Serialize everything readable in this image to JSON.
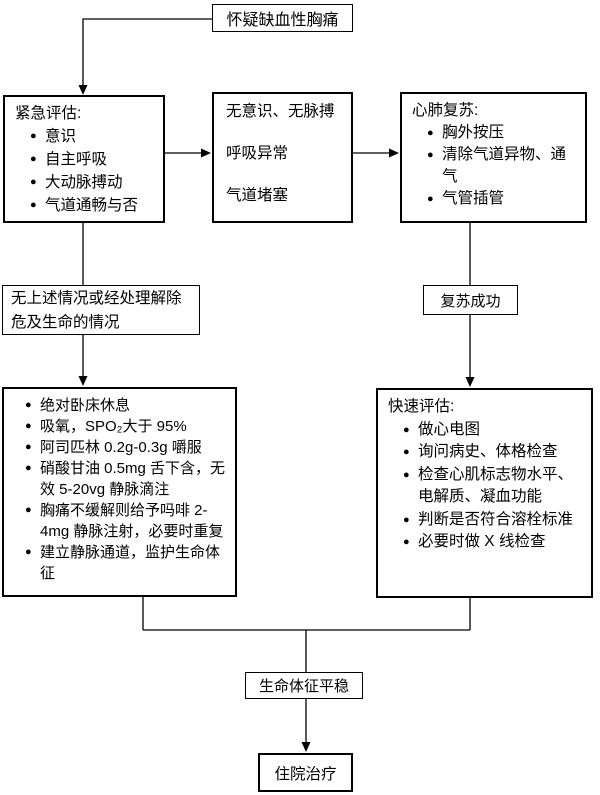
{
  "glyphs": {
    "bullet": "●"
  },
  "colors": {
    "line": "#000000",
    "border": "#000000",
    "text": "#000000",
    "background": "#ffffff"
  },
  "flowchart": {
    "suspect": {
      "label": "怀疑缺血性胸痛"
    },
    "emergency": {
      "title": "紧急评估:",
      "items": [
        "意识",
        "自主呼吸",
        "大动脉搏动",
        "气道通畅与否"
      ]
    },
    "abnormal": {
      "lines": [
        "无意识、无脉搏",
        "呼吸异常",
        "气道堵塞"
      ]
    },
    "cpr": {
      "title": "心肺复苏:",
      "items": [
        "胸外按压",
        "清除气道异物、通气",
        "气管插管"
      ]
    },
    "relieved": {
      "label": "无上述情况或经处理解除危及生命的情况"
    },
    "resus_success": {
      "label": "复苏成功"
    },
    "treatment": {
      "items": [
        "绝对卧床休息",
        "吸氧，SPO₂大于 95%",
        "阿司匹林 0.2g-0.3g 嚼服",
        "硝酸甘油 0.5mg 舌下含，无效 5-20vg 静脉滴注",
        "胸痛不缓解则给予吗啡 2-4mg 静脉注射，必要时重复",
        "建立静脉通道，监护生命体征"
      ]
    },
    "rapid": {
      "title": "快速评估:",
      "items": [
        "做心电图",
        "询问病史、体格检查",
        "检查心肌标志物水平、电解质、凝血功能",
        "判断是否符合溶栓标准",
        "必要时做 X 线检查"
      ]
    },
    "stable": {
      "label": "生命体征平稳"
    },
    "hospital": {
      "label": "住院治疗"
    }
  }
}
